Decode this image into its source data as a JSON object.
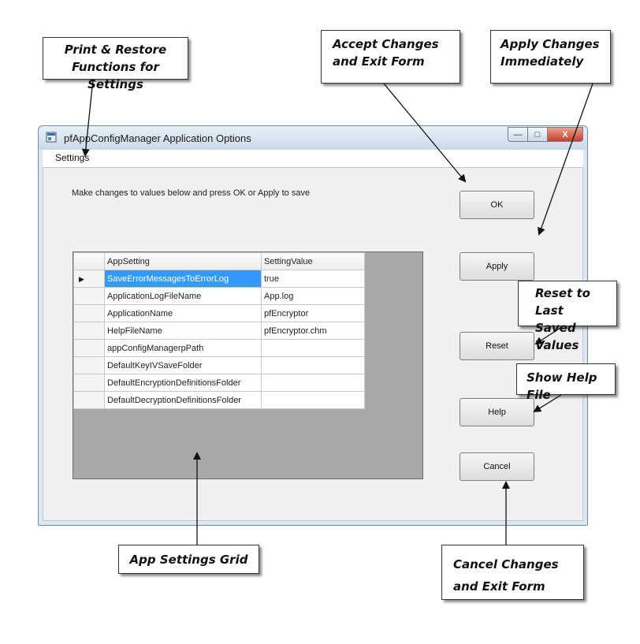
{
  "window": {
    "title": "pfAppConfigManager Application Options",
    "close_glyph": "X",
    "max_glyph": "□",
    "min_glyph": "—"
  },
  "menu": {
    "settings_label": "Settings"
  },
  "instructions": "Make changes to values below and press OK or Apply to save",
  "buttons": {
    "ok": "OK",
    "apply": "Apply",
    "reset": "Reset",
    "help": "Help",
    "cancel": "Cancel"
  },
  "grid": {
    "columns": [
      "AppSetting",
      "SettingValue"
    ],
    "rows": [
      {
        "setting": "SaveErrorMessagesToErrorLog",
        "value": "true"
      },
      {
        "setting": "ApplicationLogFileName",
        "value": "App.log"
      },
      {
        "setting": "ApplicationName",
        "value": "pfEncryptor"
      },
      {
        "setting": "HelpFileName",
        "value": "pfEncryptor.chm"
      },
      {
        "setting": "appConfigManagerpPath",
        "value": ""
      },
      {
        "setting": "DefaultKeyIVSaveFolder",
        "value": ""
      },
      {
        "setting": "DefaultEncryptionDefinitionsFolder",
        "value": ""
      },
      {
        "setting": "DefaultDecryptionDefinitionsFolder",
        "value": ""
      }
    ],
    "current_row_marker": "▶"
  },
  "callouts": {
    "print_restore_1": "Print & Restore",
    "print_restore_2": "Functions for Settings",
    "accept_1": "Accept Changes",
    "accept_2": "and Exit Form",
    "apply_1": "Apply Changes",
    "apply_2": "Immediately",
    "reset_1": "Reset to Last",
    "reset_2": "Saved Values",
    "help": "Show Help File",
    "grid": "App Settings Grid",
    "cancel_1": "Cancel Changes",
    "cancel_2": "and Exit Form"
  },
  "colors": {
    "selection": "#3399ff",
    "grid_background": "#a9a9a9",
    "close_button": "#c4412a"
  }
}
